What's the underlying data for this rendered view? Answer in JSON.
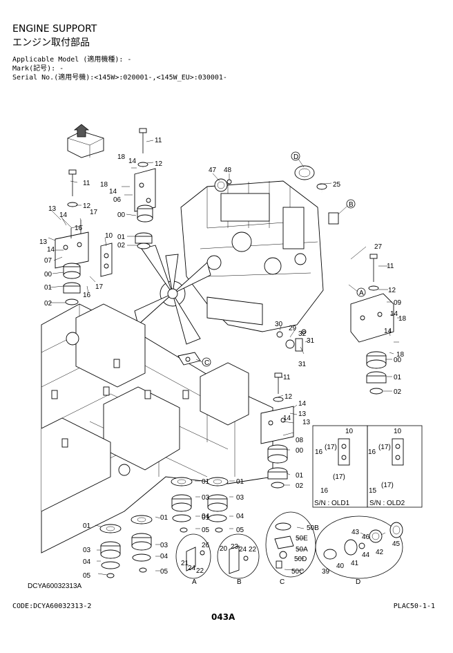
{
  "header": {
    "title_en": "ENGINE SUPPORT",
    "title_jp": "エンジン取付部品",
    "applicable_model": "Applicable Model (適用機種): -",
    "mark": "Mark(記号): -",
    "serial": "Serial No.(適用号機):<145W>:020001-,<145W_EU>:030001-"
  },
  "callouts": [
    {
      "id": "c11a",
      "text": "11"
    },
    {
      "id": "c12a",
      "text": "12"
    },
    {
      "id": "c18a",
      "text": "18"
    },
    {
      "id": "c14a",
      "text": "14"
    },
    {
      "id": "c11b",
      "text": "11"
    },
    {
      "id": "c18b",
      "text": "18"
    },
    {
      "id": "c14b",
      "text": "14"
    },
    {
      "id": "c06",
      "text": "06"
    },
    {
      "id": "c12b",
      "text": "12"
    },
    {
      "id": "c13a",
      "text": "13"
    },
    {
      "id": "c14c",
      "text": "14"
    },
    {
      "id": "c17a",
      "text": "17"
    },
    {
      "id": "c00a",
      "text": "00"
    },
    {
      "id": "c16a",
      "text": "16"
    },
    {
      "id": "c10a",
      "text": "10"
    },
    {
      "id": "c13b",
      "text": "13"
    },
    {
      "id": "c14d",
      "text": "14"
    },
    {
      "id": "c01a",
      "text": "01"
    },
    {
      "id": "c02a",
      "text": "02"
    },
    {
      "id": "c07",
      "text": "07"
    },
    {
      "id": "c00b",
      "text": "00"
    },
    {
      "id": "c17b",
      "text": "17"
    },
    {
      "id": "c01b",
      "text": "01"
    },
    {
      "id": "c16b",
      "text": "16"
    },
    {
      "id": "c02b",
      "text": "02"
    },
    {
      "id": "c47",
      "text": "47"
    },
    {
      "id": "c48",
      "text": "48"
    },
    {
      "id": "c25",
      "text": "25"
    },
    {
      "id": "c27",
      "text": "27"
    },
    {
      "id": "c11c",
      "text": "11"
    },
    {
      "id": "c12c",
      "text": "12"
    },
    {
      "id": "c09",
      "text": "09"
    },
    {
      "id": "c14e",
      "text": "14"
    },
    {
      "id": "c18c",
      "text": "18"
    },
    {
      "id": "c14f",
      "text": "14"
    },
    {
      "id": "c18d",
      "text": "18"
    },
    {
      "id": "c00c",
      "text": "00"
    },
    {
      "id": "c01c",
      "text": "01"
    },
    {
      "id": "c02c",
      "text": "02"
    },
    {
      "id": "c30",
      "text": "30"
    },
    {
      "id": "c29",
      "text": "29"
    },
    {
      "id": "c32",
      "text": "32"
    },
    {
      "id": "c31a",
      "text": "31"
    },
    {
      "id": "c31b",
      "text": "31"
    },
    {
      "id": "c11d",
      "text": "11"
    },
    {
      "id": "c12d",
      "text": "12"
    },
    {
      "id": "c14g",
      "text": "14"
    },
    {
      "id": "c13c",
      "text": "13"
    },
    {
      "id": "c14h",
      "text": "14"
    },
    {
      "id": "c13d",
      "text": "13"
    },
    {
      "id": "c08",
      "text": "08"
    },
    {
      "id": "c00d",
      "text": "00"
    },
    {
      "id": "c01d",
      "text": "01"
    },
    {
      "id": "c02d",
      "text": "02"
    },
    {
      "id": "c10b",
      "text": "10"
    },
    {
      "id": "c10c",
      "text": "10"
    },
    {
      "id": "c17c",
      "text": "(17)"
    },
    {
      "id": "c16c",
      "text": "16"
    },
    {
      "id": "c17d",
      "text": "(17)"
    },
    {
      "id": "c16d",
      "text": "16"
    },
    {
      "id": "c17e",
      "text": "(17)"
    },
    {
      "id": "c16e",
      "text": "16"
    },
    {
      "id": "c17f",
      "text": "(17)"
    },
    {
      "id": "c15",
      "text": "15"
    },
    {
      "id": "c01e",
      "text": "01"
    },
    {
      "id": "c01f",
      "text": "01"
    },
    {
      "id": "c03a",
      "text": "03"
    },
    {
      "id": "c03b",
      "text": "03"
    },
    {
      "id": "c01g",
      "text": "01"
    },
    {
      "id": "c01h",
      "text": "01"
    },
    {
      "id": "c04a",
      "text": "04"
    },
    {
      "id": "c04b",
      "text": "04"
    },
    {
      "id": "c05a",
      "text": "05"
    },
    {
      "id": "c05b",
      "text": "05"
    },
    {
      "id": "c01i",
      "text": "01"
    },
    {
      "id": "c03c",
      "text": "03"
    },
    {
      "id": "c03d",
      "text": "03"
    },
    {
      "id": "c04c",
      "text": "04"
    },
    {
      "id": "c04d",
      "text": "04"
    },
    {
      "id": "c05c",
      "text": "05"
    },
    {
      "id": "c05d",
      "text": "05"
    },
    {
      "id": "c26",
      "text": "26"
    },
    {
      "id": "c21",
      "text": "21"
    },
    {
      "id": "c24",
      "text": "24"
    },
    {
      "id": "c22a",
      "text": "22"
    },
    {
      "id": "c20",
      "text": "20"
    },
    {
      "id": "c23",
      "text": "23"
    },
    {
      "id": "c24b",
      "text": "24"
    },
    {
      "id": "c22b",
      "text": "22"
    },
    {
      "id": "c50b",
      "text": "50B"
    },
    {
      "id": "c50e",
      "text": "50E"
    },
    {
      "id": "c50a",
      "text": "50A"
    },
    {
      "id": "c50d",
      "text": "50D"
    },
    {
      "id": "c50c",
      "text": "50C"
    },
    {
      "id": "c43",
      "text": "43"
    },
    {
      "id": "c46",
      "text": "46"
    },
    {
      "id": "c42",
      "text": "42"
    },
    {
      "id": "c45",
      "text": "45"
    },
    {
      "id": "c44",
      "text": "44"
    },
    {
      "id": "c41",
      "text": "41"
    },
    {
      "id": "c40",
      "text": "40"
    },
    {
      "id": "c39",
      "text": "39"
    }
  ],
  "markers": [
    {
      "id": "mD",
      "text": "D"
    },
    {
      "id": "mB",
      "text": "B"
    },
    {
      "id": "mA",
      "text": "A"
    },
    {
      "id": "mC",
      "text": "C"
    }
  ],
  "detail_labels": [
    {
      "id": "dA",
      "text": "A"
    },
    {
      "id": "dB",
      "text": "B"
    },
    {
      "id": "dC",
      "text": "C"
    },
    {
      "id": "dD",
      "text": "D"
    },
    {
      "id": "sn1",
      "text": "S/N : OLD1"
    },
    {
      "id": "sn2",
      "text": "S/N : OLD2"
    }
  ],
  "figure_code": "DCYA60032313A",
  "footer": {
    "code": "CODE:DCYA60032313-2",
    "page": "043A",
    "plac": "PLAC50-1-1"
  }
}
